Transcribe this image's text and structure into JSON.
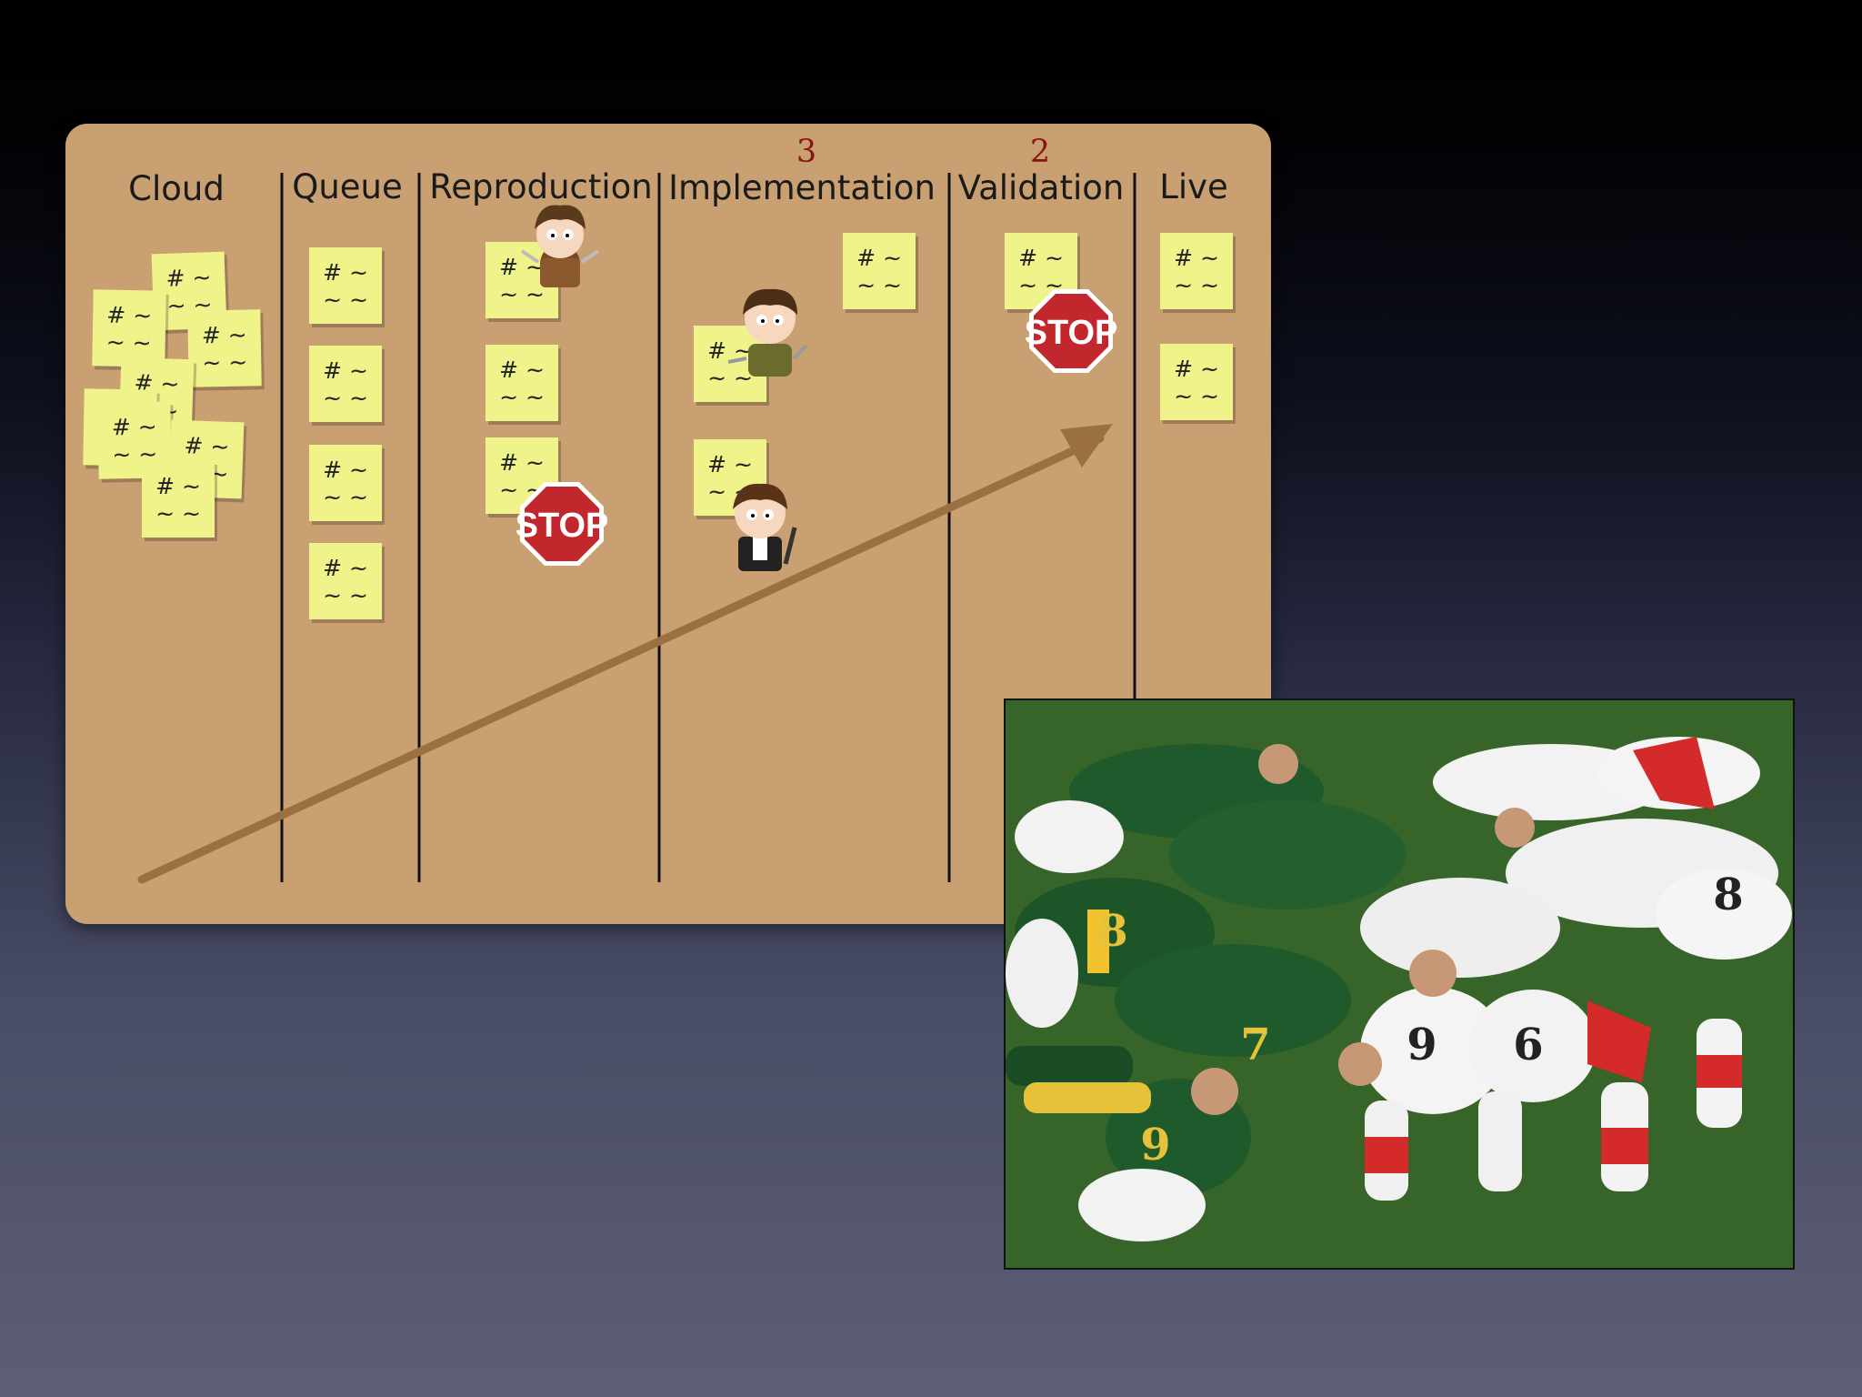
{
  "board": {
    "columns": [
      {
        "title": "Cloud",
        "wip_limit": ""
      },
      {
        "title": "Queue",
        "wip_limit": ""
      },
      {
        "title": "Reproduction",
        "wip_limit": ""
      },
      {
        "title": "Implementation",
        "wip_limit": "3"
      },
      {
        "title": "Validation",
        "wip_limit": "2"
      },
      {
        "title": "Live",
        "wip_limit": ""
      }
    ],
    "note_text": {
      "line1": "# ~",
      "line2": "~ ~"
    },
    "stop_sign_text": "STOP"
  },
  "photo": {
    "jersey_numbers": [
      "8",
      "7",
      "9",
      "9",
      "6",
      "8"
    ]
  },
  "colors": {
    "board": "#c9a072",
    "sticky_note": "#f0f28a",
    "wip_limit": "#8a1414",
    "arrow": "#9a7040",
    "stop_sign": "#c1272d",
    "green_team": "#1f5a2c",
    "white_team": "#f2f2f2"
  }
}
